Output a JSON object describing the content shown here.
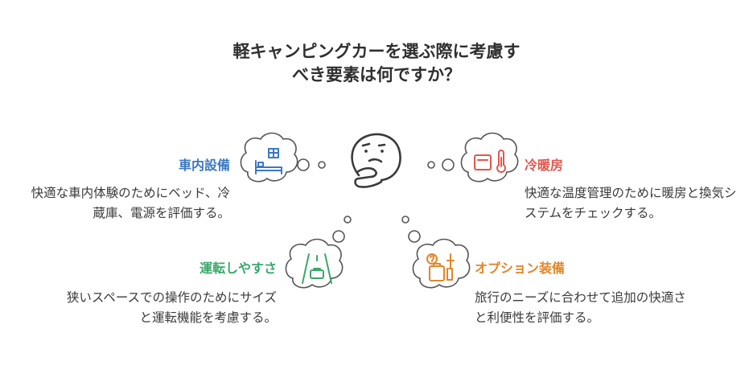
{
  "title": "軽キャンピングカーを選ぶ際に考慮すべき要素は何ですか？",
  "colors": {
    "stroke": "#4a4a4a",
    "interior": "#3b78c4",
    "heating": "#e2574c",
    "driving": "#3aa86a",
    "options": "#e0862a"
  },
  "center_icon": "thinking-face-icon",
  "items": [
    {
      "heading": "車内設備",
      "description": "快適な車内体験のためにベッド、冷蔵庫、電源を評価する。",
      "icon": "bed-icon"
    },
    {
      "heading": "冷暖房",
      "description": "快適な温度管理のために暖房と換気システムをチェックする。",
      "icon": "thermometer-icon"
    },
    {
      "heading": "運転しやすさ",
      "description": "狭いスペースでの操作のためにサイズと運転機能を考慮する。",
      "icon": "road-car-icon"
    },
    {
      "heading": "オプション装備",
      "description": "旅行のニーズに合わせて追加の快適さと利便性を評価する。",
      "icon": "luggage-icon"
    }
  ]
}
